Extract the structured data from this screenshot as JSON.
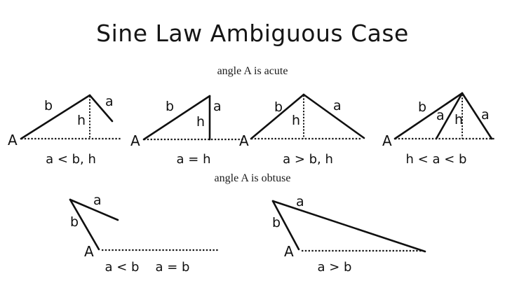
{
  "title": "Sine Law Ambiguous Case",
  "sections": {
    "acute": {
      "header": "angle A is acute"
    },
    "obtuse": {
      "header": "angle A is obtuse"
    }
  },
  "acute_cases": [
    {
      "id": "case-a-less-than-b-h",
      "caption": "a < b, h",
      "vertex_label": "A",
      "side_b_label": "b",
      "side_a_label": "a",
      "height_label": "h"
    },
    {
      "id": "case-a-equals-h",
      "caption": "a = h",
      "vertex_label": "A",
      "side_b_label": "b",
      "side_a_label": "a",
      "height_label": "h"
    },
    {
      "id": "case-a-greater-than-b-h",
      "caption": "a > b, h",
      "vertex_label": "A",
      "side_b_label": "b",
      "side_a_label": "a",
      "height_label": "h"
    },
    {
      "id": "case-h-less-than-a-less-than-b",
      "caption": "h < a < b",
      "vertex_label": "A",
      "side_b_label": "b",
      "side_a_label_first": "a",
      "side_a_label_second": "a",
      "height_label": "h"
    }
  ],
  "obtuse_cases": [
    {
      "id": "case-obtuse-no-triangle",
      "caption_first": "a < b",
      "caption_second": "a = b",
      "vertex_label": "A",
      "side_b_label": "b",
      "side_a_label": "a"
    },
    {
      "id": "case-obtuse-one-triangle",
      "caption": "a > b",
      "vertex_label": "A",
      "side_b_label": "b",
      "side_a_label": "a"
    }
  ],
  "colors": {
    "background": "#ffffff",
    "ink": "#101010",
    "dotted": "#1a1a1a"
  }
}
